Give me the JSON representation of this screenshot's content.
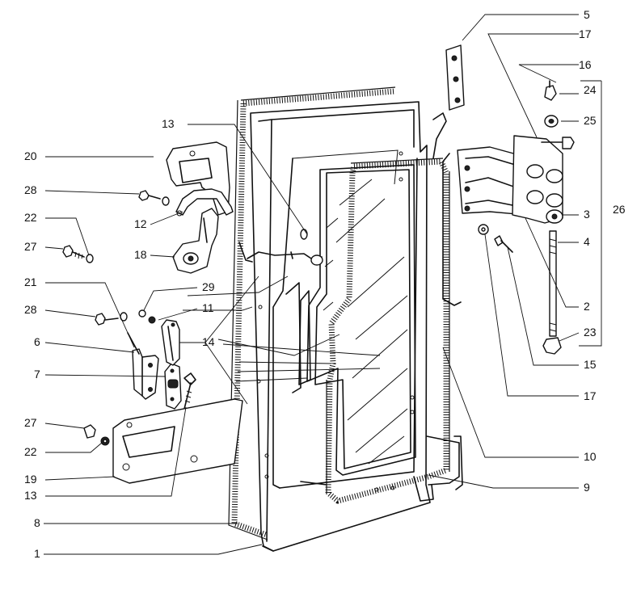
{
  "diagram": {
    "callouts": [
      {
        "id": "c1",
        "text": "1"
      },
      {
        "id": "c2",
        "text": "2"
      },
      {
        "id": "c3",
        "text": "3"
      },
      {
        "id": "c4",
        "text": "4"
      },
      {
        "id": "c5",
        "text": "5"
      },
      {
        "id": "c6",
        "text": "6"
      },
      {
        "id": "c7",
        "text": "7"
      },
      {
        "id": "c8",
        "text": "8"
      },
      {
        "id": "c9",
        "text": "9"
      },
      {
        "id": "c10",
        "text": "10"
      },
      {
        "id": "c11",
        "text": "11"
      },
      {
        "id": "c12",
        "text": "12"
      },
      {
        "id": "c13a",
        "text": "13"
      },
      {
        "id": "c13b",
        "text": "13"
      },
      {
        "id": "c14",
        "text": "14"
      },
      {
        "id": "c15",
        "text": "15"
      },
      {
        "id": "c16",
        "text": "16"
      },
      {
        "id": "c17a",
        "text": "17"
      },
      {
        "id": "c17b",
        "text": "17"
      },
      {
        "id": "c18",
        "text": "18"
      },
      {
        "id": "c19",
        "text": "19"
      },
      {
        "id": "c20",
        "text": "20"
      },
      {
        "id": "c21",
        "text": "21"
      },
      {
        "id": "c22a",
        "text": "22"
      },
      {
        "id": "c22b",
        "text": "22"
      },
      {
        "id": "c23",
        "text": "23"
      },
      {
        "id": "c24",
        "text": "24"
      },
      {
        "id": "c25",
        "text": "25"
      },
      {
        "id": "c26",
        "text": "26"
      },
      {
        "id": "c27a",
        "text": "27"
      },
      {
        "id": "c27b",
        "text": "27"
      },
      {
        "id": "c28a",
        "text": "28"
      },
      {
        "id": "c28b",
        "text": "28"
      },
      {
        "id": "c29",
        "text": "29"
      }
    ]
  }
}
